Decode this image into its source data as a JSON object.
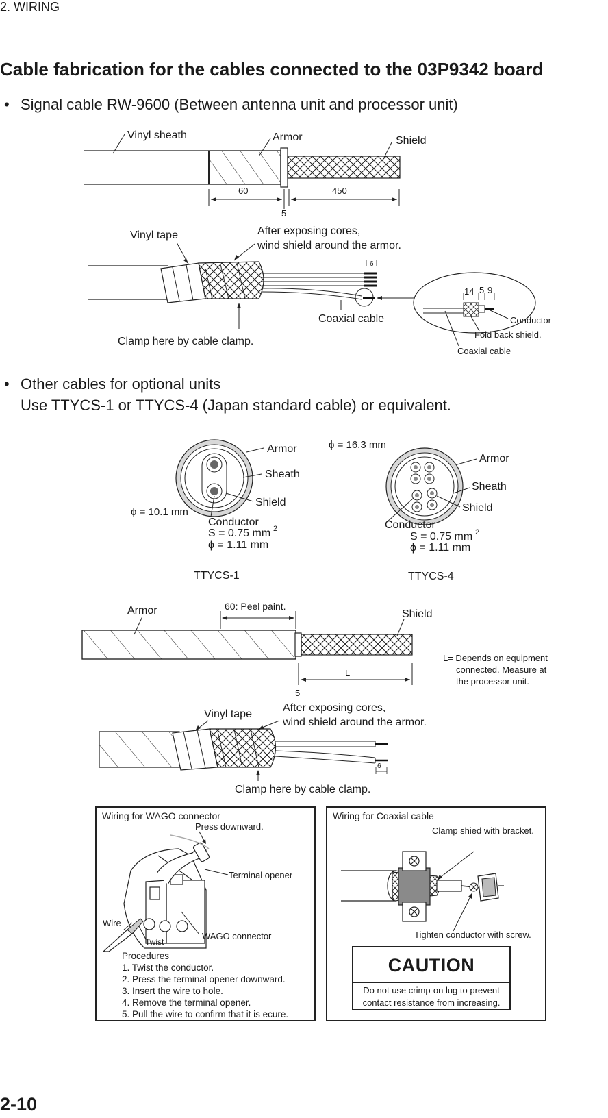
{
  "header": "2. WIRING",
  "title": "Cable fabrication for the cables connected to the 03P9342 board",
  "section1": {
    "bullet": "•",
    "text": "Signal cable RW-9600 (Between antenna unit and processor unit)"
  },
  "fig1": {
    "vinyl_sheath": "Vinyl sheath",
    "armor": "Armor",
    "shield": "Shield",
    "dim_60": "60",
    "dim_450": "450",
    "dim_5": "5",
    "vinyl_tape": "Vinyl tape",
    "after_line1": "After exposing cores,",
    "after_line2": "wind shield around the armor.",
    "dim_6": "6",
    "coaxial_cable": "Coaxial cable",
    "clamp": "Clamp here by cable clamp.",
    "detail_14": "14",
    "detail_5": "5",
    "detail_9": "9",
    "conductor": "Conductor",
    "fold_back": "Fold back shield.",
    "coaxial_cable2": "Coaxial cable"
  },
  "section2": {
    "bullet": "•",
    "line1": "Other cables for optional units",
    "line2": "Use TTYCS-1 or TTYCS-4 (Japan standard cable) or equivalent."
  },
  "fig2": {
    "armor": "Armor",
    "sheath": "Sheath",
    "shield": "Shield",
    "phi1": "ϕ = 10.1 mm",
    "conductor": "Conductor",
    "s1": "S = 0.75 mm",
    "sup": "2",
    "d1": "ϕ = 1.11 mm",
    "name1": "TTYCS-1",
    "phi4": "ϕ = 16.3 mm",
    "armor4": "Armor",
    "sheath4": "Sheath",
    "shield4": "Shield",
    "conductor4": "Conductor",
    "s4": "S = 0.75 mm",
    "d4": "ϕ = 1.11 mm",
    "name4": "TTYCS-4"
  },
  "fig3": {
    "armor": "Armor",
    "peel": "60: Peel paint.",
    "shield": "Shield",
    "L": "L",
    "dim_5": "5",
    "note1": "L= Depends on equipment",
    "note2": "connected. Measure at",
    "note3": "the processor unit.",
    "vinyl_tape": "Vinyl tape",
    "after_line1": "After exposing cores,",
    "after_line2": "wind shield around the armor.",
    "dim_6": "6",
    "clamp": "Clamp here by cable clamp."
  },
  "wago": {
    "title": "Wiring for WAGO connector",
    "press": "Press downward.",
    "opener": "Terminal opener",
    "wire": "Wire",
    "twist": "Twist",
    "connector": "WAGO connector",
    "procedures_title": "Procedures",
    "steps": [
      "1. Twist the conductor.",
      "2. Press the terminal opener downward.",
      "3. Insert the wire to hole.",
      "4. Remove the terminal opener.",
      "5. Pull the wire to confirm that it is ecure."
    ]
  },
  "coax": {
    "title": "Wiring for Coaxial cable",
    "clamp": "Clamp shied with bracket.",
    "tighten": "Tighten conductor with screw.",
    "caution_head": "CAUTION",
    "caution_line1": "Do not use crimp-on lug to prevent",
    "caution_line2": "contact resistance from increasing."
  },
  "page_number": "2-10"
}
